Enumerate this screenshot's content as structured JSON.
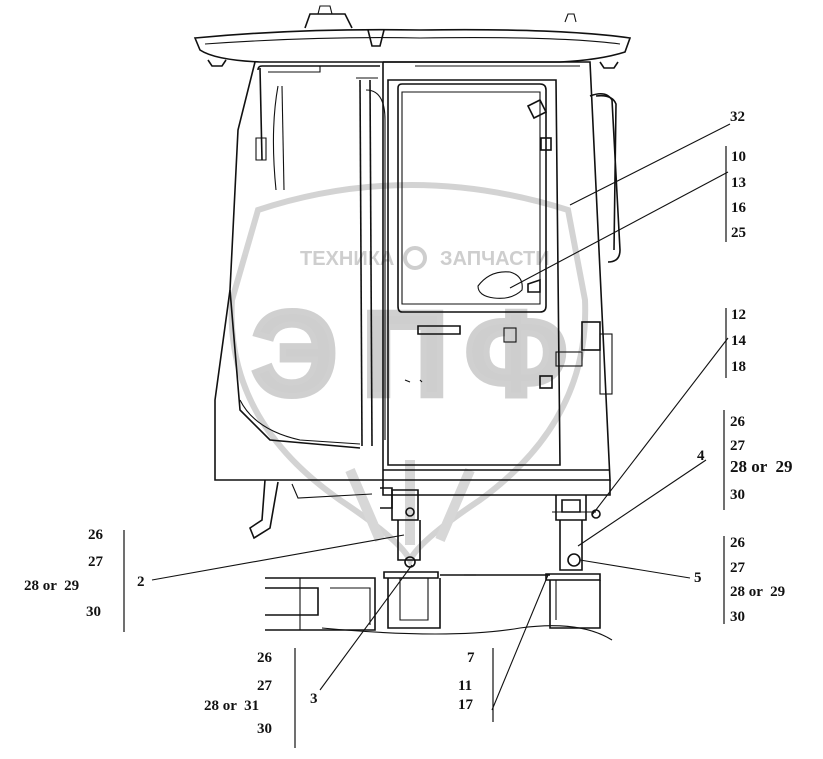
{
  "watermark": {
    "left_word": "ТЕХНИКА",
    "right_word": "ЗАПЧАСТИ",
    "letters": [
      "Э",
      "П",
      "Ф"
    ]
  },
  "callouts": {
    "c32": "32",
    "g_top_right": [
      "10",
      "13",
      "16",
      "25"
    ],
    "g_mid_right": [
      "12",
      "14",
      "18"
    ],
    "g_right_lower": [
      "26",
      "27",
      "28 or  29",
      "30"
    ],
    "c4": "4",
    "c5": "5",
    "g_far_right": [
      "26",
      "27",
      "28 or  29",
      "30"
    ],
    "g_left": [
      "26",
      "27",
      "28 or  29",
      "30"
    ],
    "c2": "2",
    "g_bottom_mid": [
      "26",
      "27",
      "28 or  31",
      "30"
    ],
    "c3": "3",
    "g_bottom_right": [
      "7",
      "11",
      "17"
    ]
  }
}
